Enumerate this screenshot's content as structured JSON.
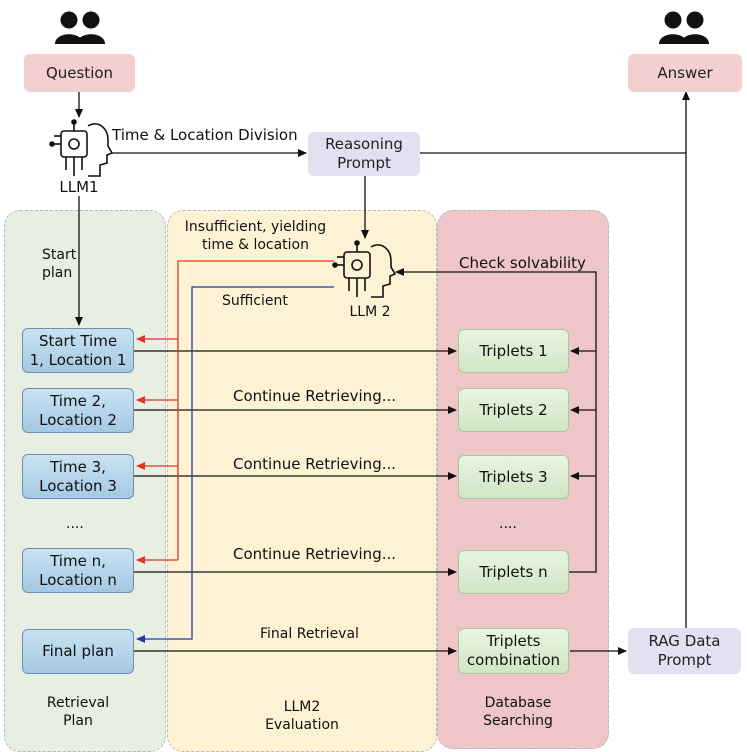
{
  "top": {
    "question": "Question",
    "answer": "Answer",
    "llm1": "LLM1",
    "division_label": "Time & Location Division",
    "reasoning_prompt": "Reasoning\nPrompt"
  },
  "retrieval_plan": {
    "start_label": "Start\nplan",
    "items": [
      "Start Time\n1, Location 1",
      "Time 2,\nLocation 2",
      "Time 3,\nLocation 3",
      "....",
      "Time n,\nLocation n",
      "Final plan"
    ],
    "footer": "Retrieval\nPlan"
  },
  "evaluation": {
    "insufficient": "Insufficient, yielding\ntime & location",
    "sufficient": "Sufficient",
    "llm2": "LLM 2",
    "continue": "Continue Retrieving...",
    "final_retrieval": "Final Retrieval",
    "footer": "LLM2\nEvaluation"
  },
  "database": {
    "check": "Check solvability",
    "triplets": [
      "Triplets 1",
      "Triplets 2",
      "Triplets 3",
      "....",
      "Triplets n"
    ],
    "combination": "Triplets\ncombination",
    "footer": "Database\nSearching"
  },
  "rag_prompt": "RAG Data\nPrompt",
  "colors": {
    "red_arrow": "#e8312a",
    "blue_arrow": "#1f3aa8",
    "panel_green": "#e6efe1",
    "panel_yellow": "#fdf3d4",
    "panel_red": "#eec6c8"
  },
  "icons": [
    "users-icon",
    "ai-head-icon"
  ]
}
